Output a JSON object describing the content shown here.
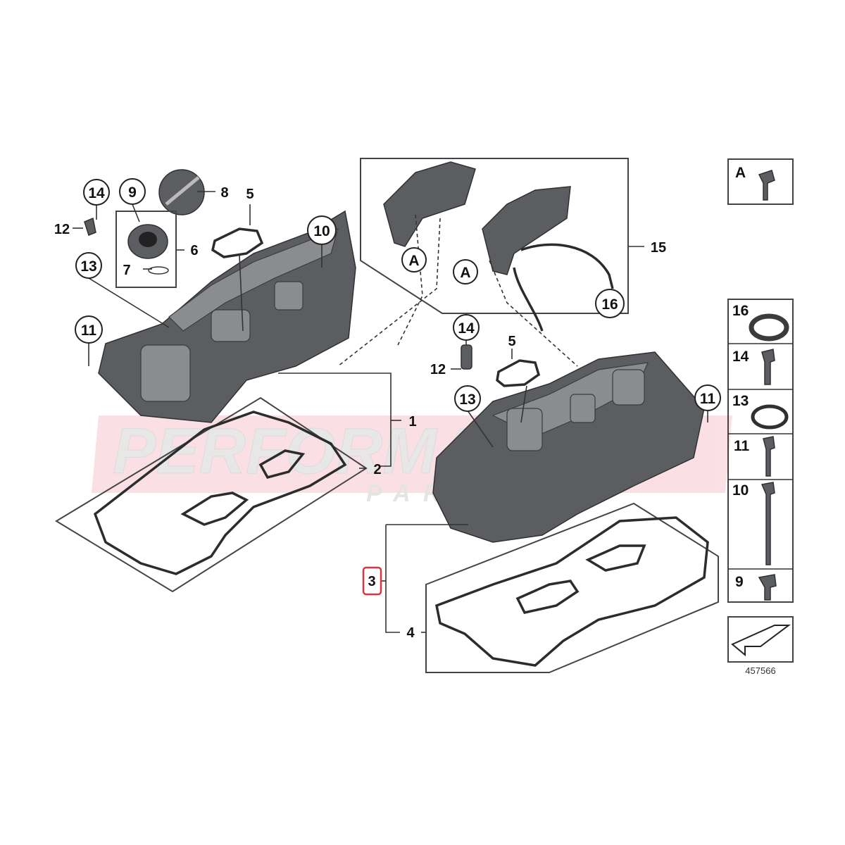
{
  "callouts": {
    "c1": "1",
    "c2": "2",
    "c3": "3",
    "c4": "4",
    "c5a": "5",
    "c5b": "5",
    "c6": "6",
    "c7": "7",
    "c8": "8",
    "c9": "9",
    "c10": "10",
    "c11a": "11",
    "c11b": "11",
    "c12a": "12",
    "c12b": "12",
    "c13a": "13",
    "c13b": "13",
    "c14a": "14",
    "c14b": "14",
    "c15": "15",
    "c16": "16",
    "cA1": "A",
    "cA2": "A"
  },
  "legend": {
    "items": [
      "A",
      "16",
      "14",
      "13",
      "11",
      "10",
      "9"
    ]
  },
  "watermark": {
    "brand": "PERFORMANCEZ",
    "sub": "PARTS"
  },
  "diagram_number": "457566",
  "colors": {
    "highlight": "#d9363e",
    "part_gray": "#5b5d60",
    "watermark_red": "#e0445a"
  }
}
